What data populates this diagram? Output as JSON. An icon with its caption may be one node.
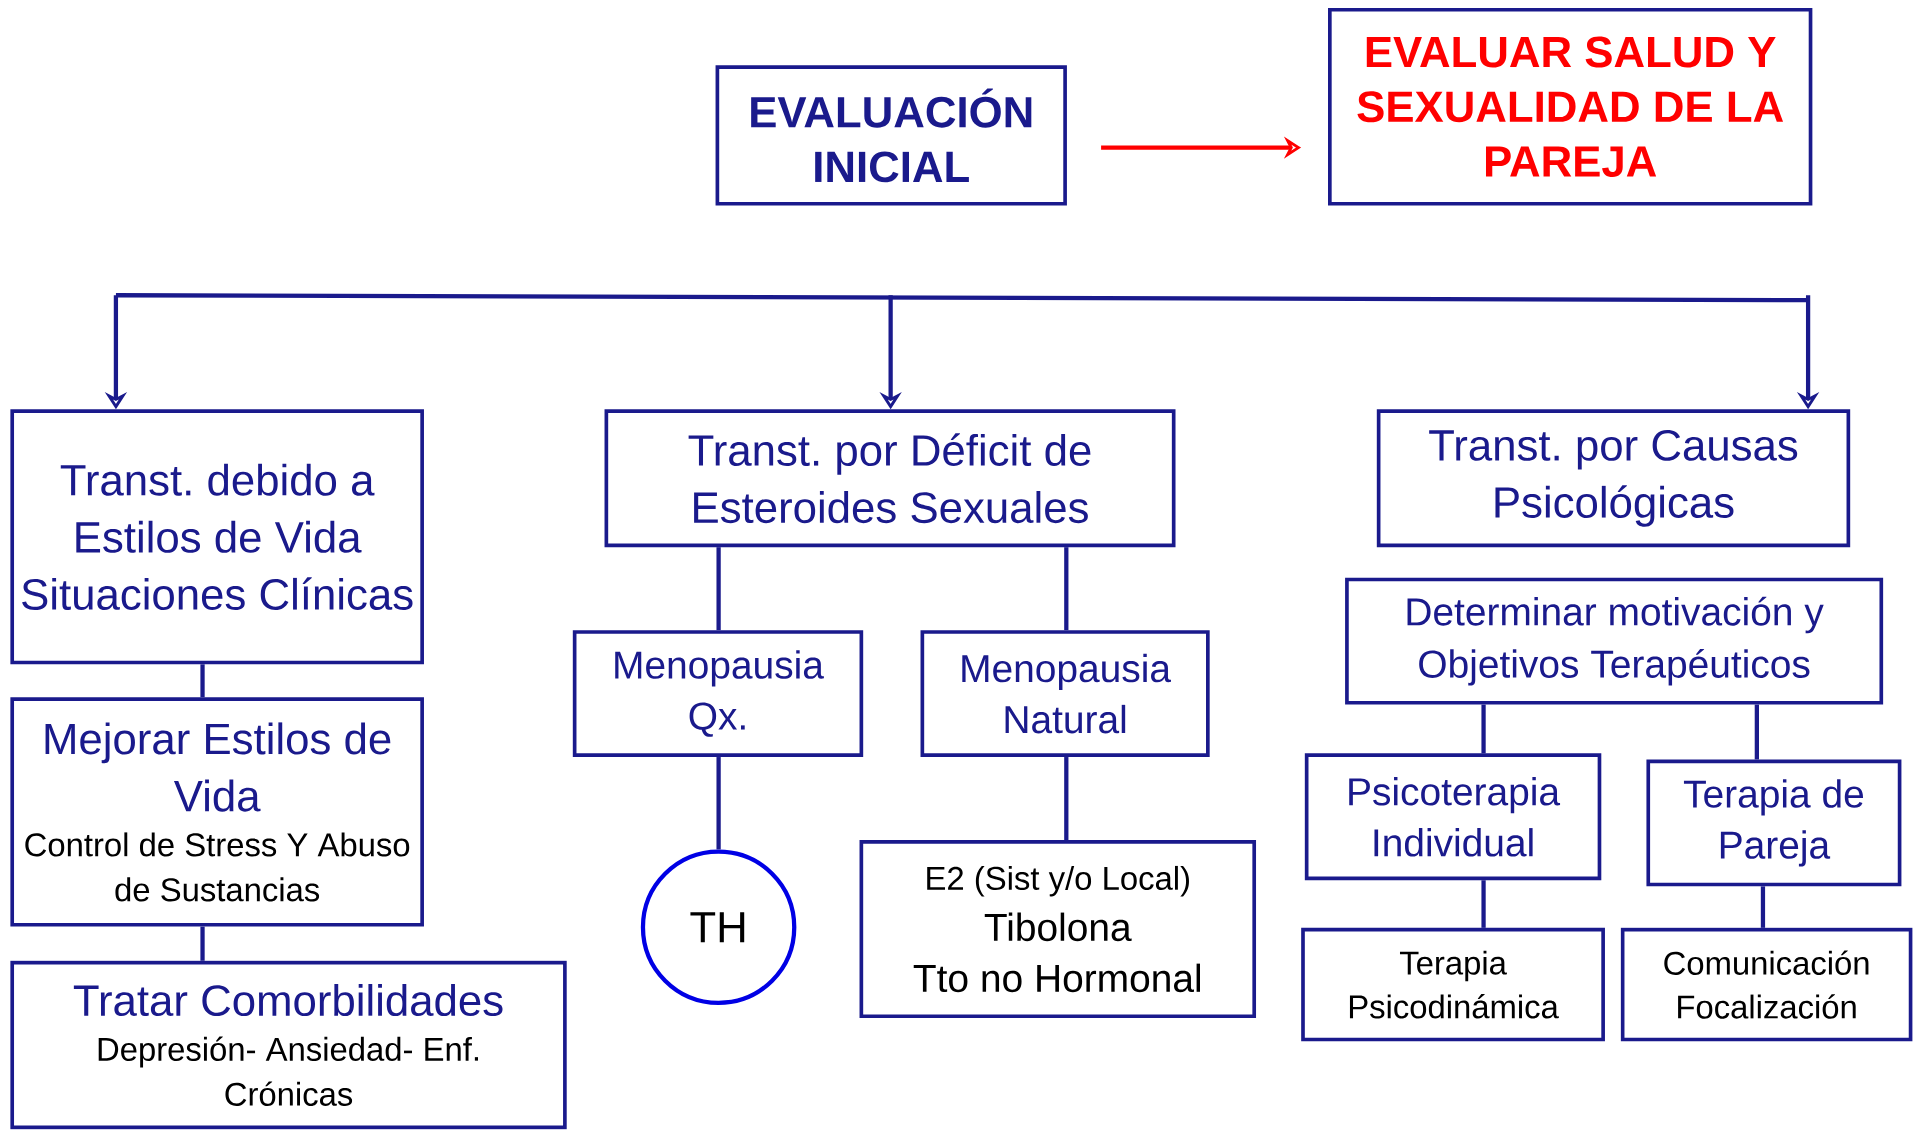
{
  "diagram": {
    "nodes": [
      {
        "text": [
          "EVALUACIÓN INICIAL"
        ]
      },
      {
        "text": [
          "EVALUAR SALUD Y SEXUALIDAD DE LA PAREJA"
        ]
      },
      {
        "text": [
          "Transt. debido a Estilos de Vida Situaciones Clínicas"
        ]
      },
      {
        "text": [
          "Transt. por Déficit de Esteroides Sexuales"
        ]
      },
      {
        "text": [
          "Transt. por Causas Psicológicas"
        ]
      },
      {
        "text": [
          "Mejorar Estilos de Vida",
          "Control de Stress Y Abuso de Sustancias"
        ]
      },
      {
        "text": [
          "Tratar Comorbilidades",
          "Depresión- Ansiedad- Enf. Crónicas"
        ]
      },
      {
        "text": [
          "Menopausia Qx."
        ]
      },
      {
        "text": [
          "Menopausia Natural"
        ]
      },
      {
        "text": [
          "TH"
        ]
      },
      {
        "text": [
          "E2 (Sist y/o Local)",
          "Tibolona",
          "Tto no Hormonal"
        ]
      },
      {
        "text": [
          "Determinar motivación y Objetivos Terapéuticos"
        ]
      },
      {
        "text": [
          "Psicoterapia Individual"
        ]
      },
      {
        "text": [
          "Terapia de Pareja"
        ]
      },
      {
        "text": [
          "Terapia Psicodinámica"
        ]
      },
      {
        "text": [
          "Comunicación Focalización"
        ]
      }
    ],
    "edges": [
      {
        "from": 0,
        "to": 1,
        "arrow": "to",
        "color": "#ff0000"
      },
      {
        "from": null,
        "to": 2,
        "arrow": "to"
      },
      {
        "from": null,
        "to": 3,
        "arrow": "to"
      },
      {
        "from": null,
        "to": 4,
        "arrow": "to"
      },
      {
        "from": 2,
        "to": 5,
        "arrow": "none"
      },
      {
        "from": 5,
        "to": 6,
        "arrow": "none"
      },
      {
        "from": 3,
        "to": 7,
        "arrow": "none"
      },
      {
        "from": 3,
        "to": 8,
        "arrow": "none"
      },
      {
        "from": 7,
        "to": 9,
        "arrow": "none"
      },
      {
        "from": 8,
        "to": 10,
        "arrow": "none"
      },
      {
        "from": 11,
        "to": 12,
        "arrow": "none"
      },
      {
        "from": 11,
        "to": 13,
        "arrow": "none"
      },
      {
        "from": 12,
        "to": 14,
        "arrow": "none"
      },
      {
        "from": 13,
        "to": 15,
        "arrow": "none"
      }
    ]
  }
}
